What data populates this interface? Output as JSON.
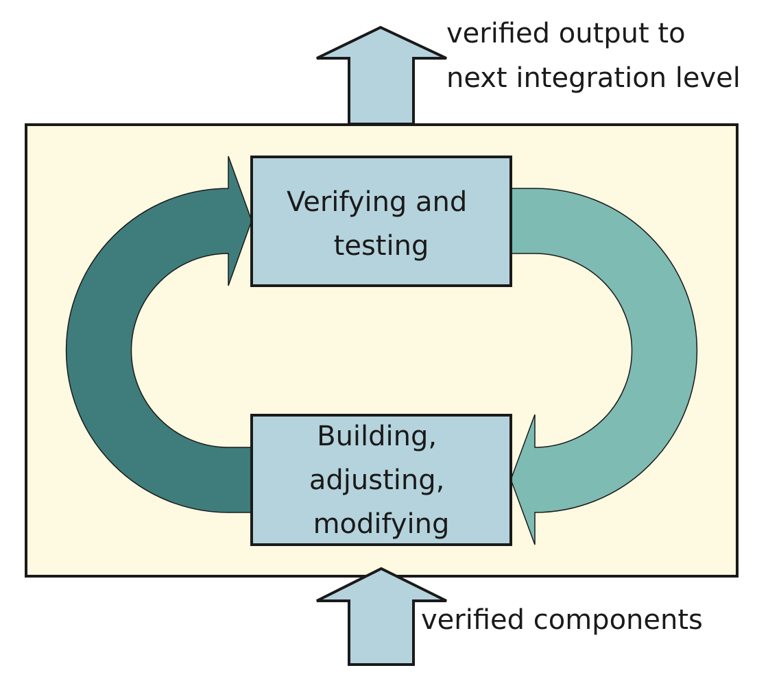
{
  "colors": {
    "background": "#ffffff",
    "frame_fill": "#fef9e1",
    "box_fill": "#b5d3dc",
    "arrow_dark": "#3e7d7b",
    "arrow_light": "#7dbbb3",
    "io_arrow_fill": "#b5d3dc",
    "stroke": "#1a1a1a"
  },
  "boxes": {
    "top": {
      "lines": [
        "Verifying and",
        "testing"
      ]
    },
    "bottom": {
      "lines": [
        "Building,",
        "adjusting,",
        "modifying"
      ]
    }
  },
  "labels": {
    "output": {
      "lines": [
        "verified output to",
        "next integration level"
      ]
    },
    "input": {
      "lines": [
        "verified components"
      ]
    }
  },
  "flows": [
    {
      "from": "bottom",
      "to": "top",
      "side": "left",
      "color": "arrow_dark"
    },
    {
      "from": "top",
      "to": "bottom",
      "side": "right",
      "color": "arrow_light"
    }
  ]
}
